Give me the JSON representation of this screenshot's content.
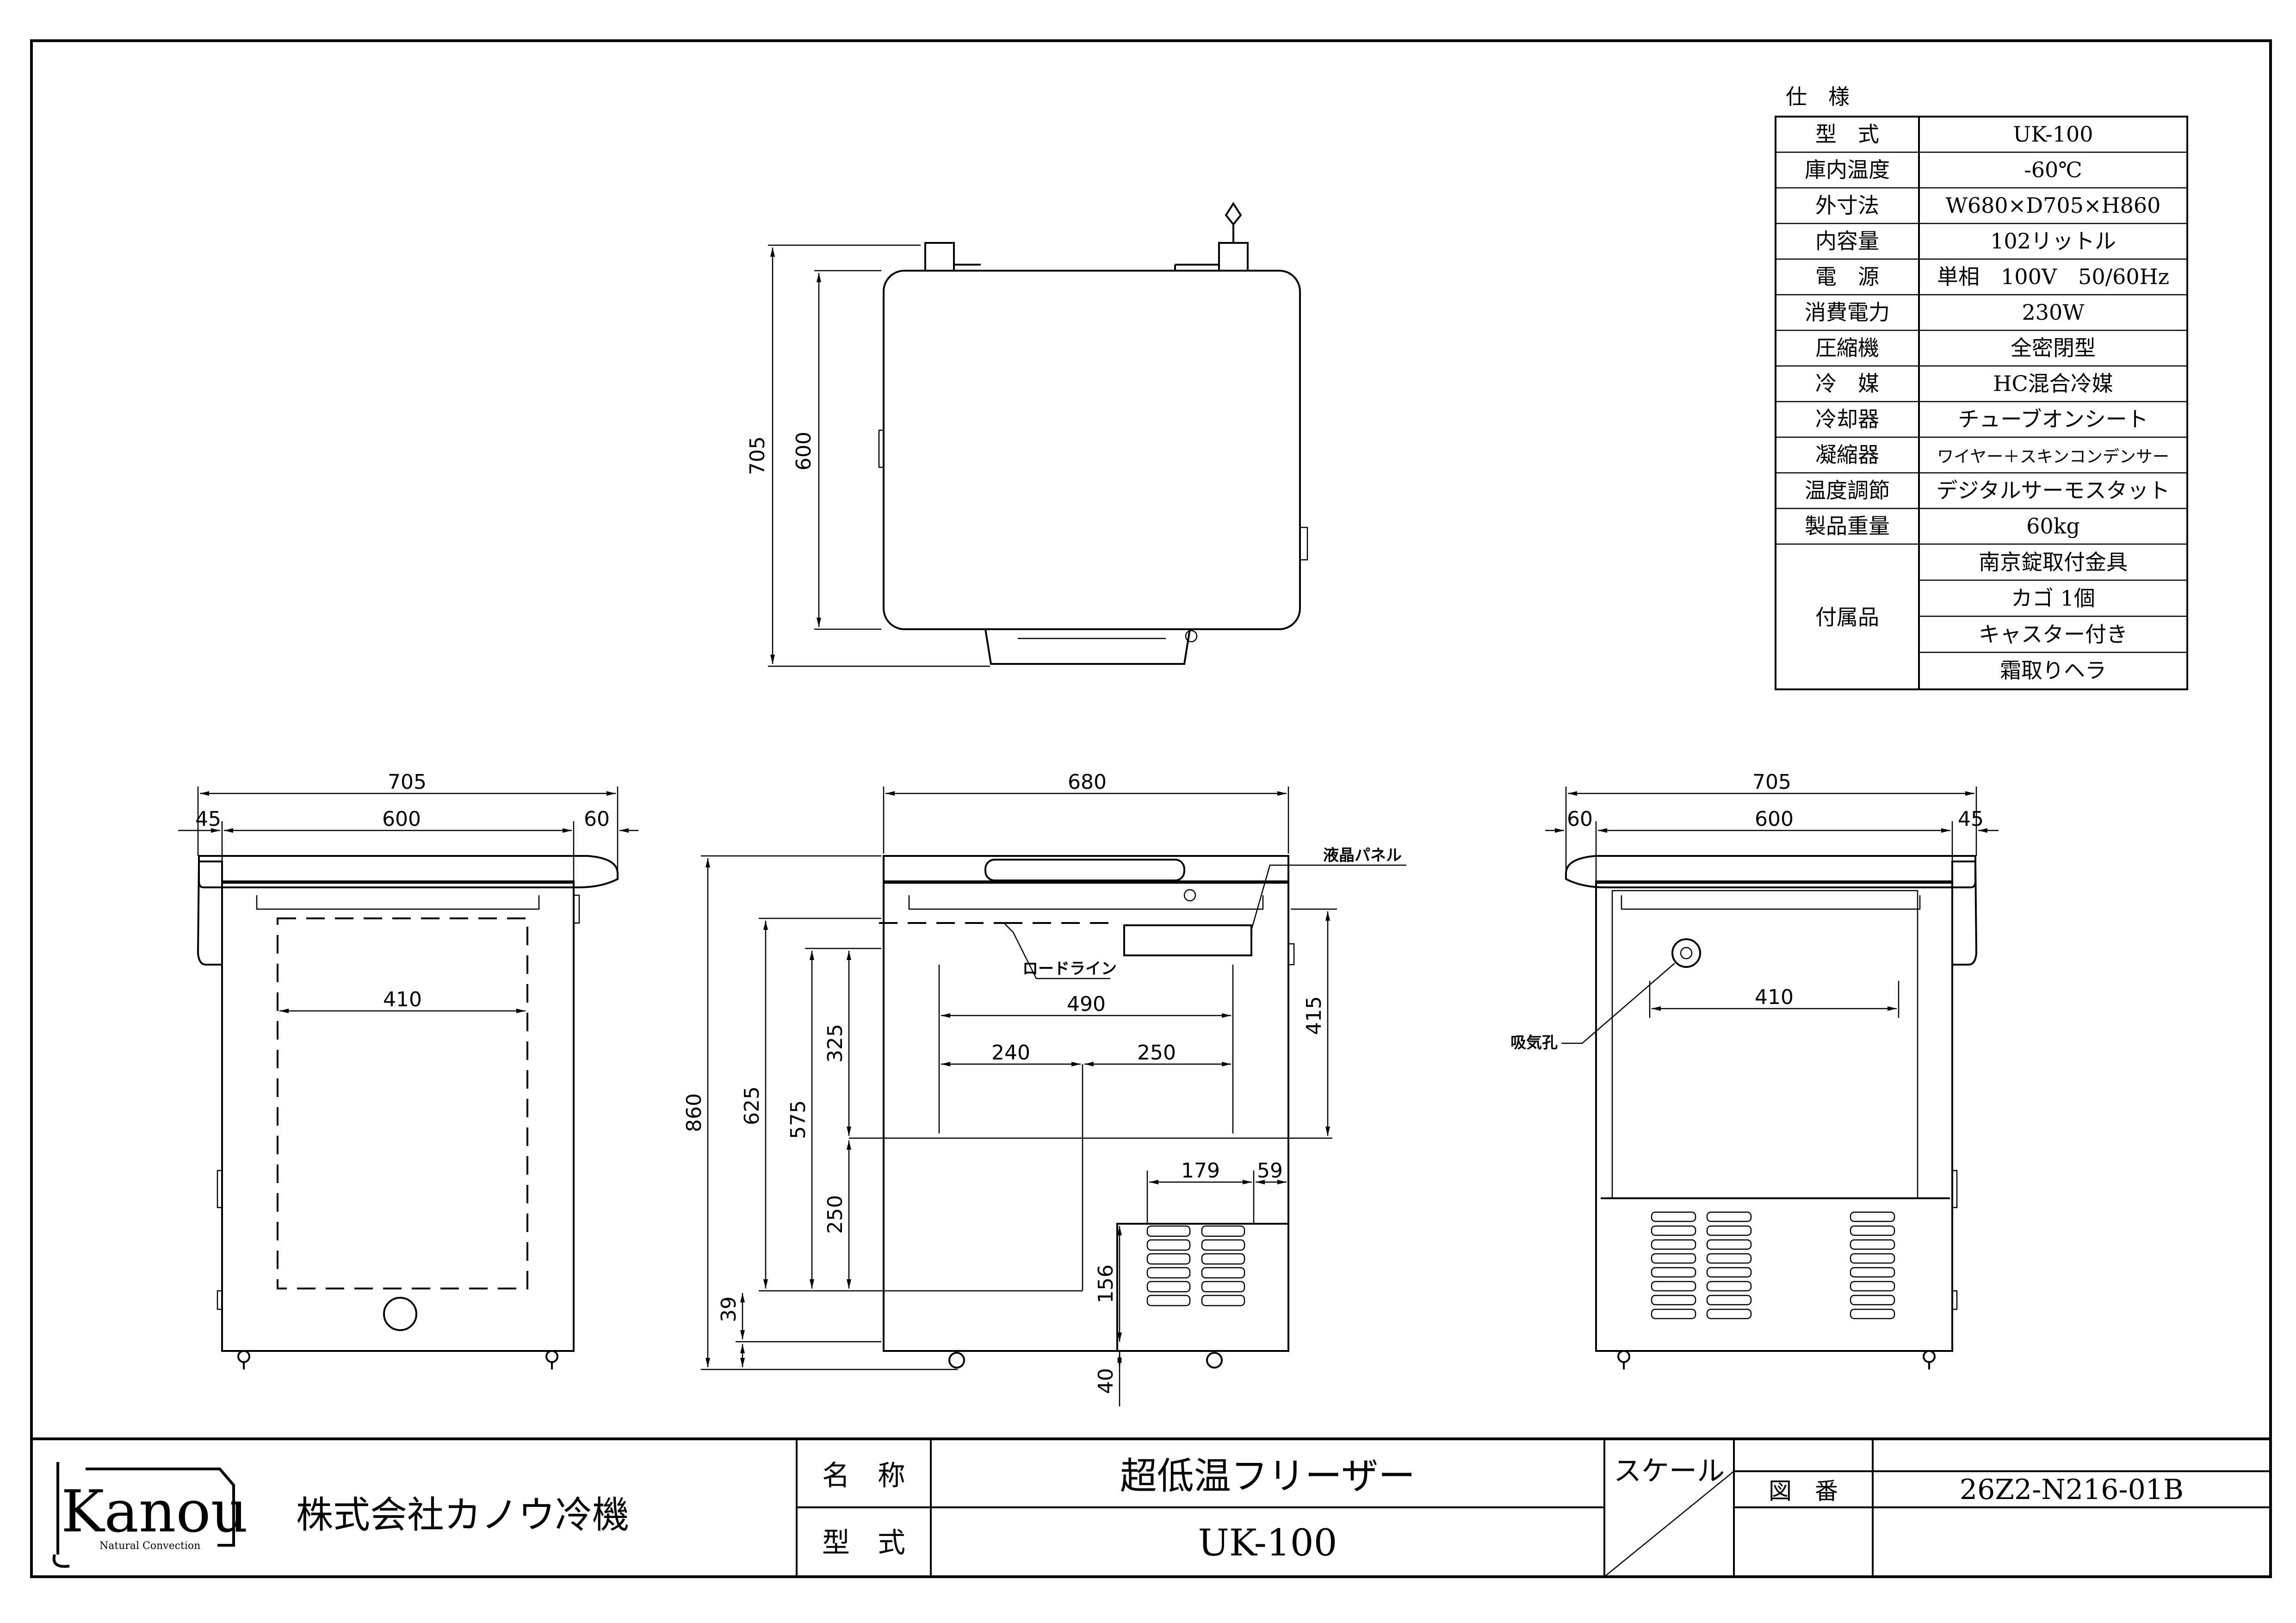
{
  "spec_table": {
    "title": "仕　様",
    "rows": [
      {
        "label": "型　式",
        "value": "UK-100"
      },
      {
        "label": "庫内温度",
        "value": "-60℃"
      },
      {
        "label": "外寸法",
        "value": "W680×D705×H860"
      },
      {
        "label": "内容量",
        "value": "102リットル"
      },
      {
        "label": "電　源",
        "value": "単相　100V　50/60Hz"
      },
      {
        "label": "消費電力",
        "value": "230W"
      },
      {
        "label": "圧縮機",
        "value": "全密閉型"
      },
      {
        "label": "冷　媒",
        "value": "HC混合冷媒"
      },
      {
        "label": "冷却器",
        "value": "チューブオンシート"
      },
      {
        "label": "凝縮器",
        "value": "ワイヤー＋スキンコンデンサー"
      },
      {
        "label": "温度調節",
        "value": "デジタルサーモスタット"
      },
      {
        "label": "製品重量",
        "value": "60kg"
      }
    ],
    "accessories_label": "付属品",
    "accessories": [
      "南京錠取付金具",
      "カゴ 1個",
      "キャスター付き",
      "霜取りヘラ"
    ]
  },
  "top_view": {
    "dims": {
      "depth_total": "705",
      "depth_body": "600"
    }
  },
  "left_view": {
    "dims": {
      "total": "705",
      "left": "45",
      "mid": "600",
      "right": "60",
      "inner": "410"
    }
  },
  "front_view": {
    "dims": {
      "width": "680",
      "height": "860",
      "h625": "625",
      "h575": "575",
      "h325": "325",
      "h250": "250",
      "h39": "39",
      "h156": "156",
      "h40": "40",
      "h415": "415",
      "w490": "490",
      "w240": "240",
      "w250": "250",
      "w179": "179",
      "w59": "59"
    },
    "labels": {
      "lcd_panel": "液晶パネル",
      "load_line": "ロードライン"
    }
  },
  "right_view": {
    "dims": {
      "total": "705",
      "left": "60",
      "mid": "600",
      "right": "45",
      "inner": "410"
    },
    "labels": {
      "intake": "吸気孔"
    }
  },
  "title_block": {
    "company": "株式会社カノウ冷機",
    "logo_text": "Kanou",
    "logo_sub": "Natural Convection",
    "name_label": "名　称",
    "name_value": "超低温フリーザー",
    "model_label": "型　式",
    "model_value": "UK-100",
    "scale_label": "スケール",
    "drawing_no_label": "図　番",
    "drawing_no_value": "26Z2-N216-01B"
  }
}
